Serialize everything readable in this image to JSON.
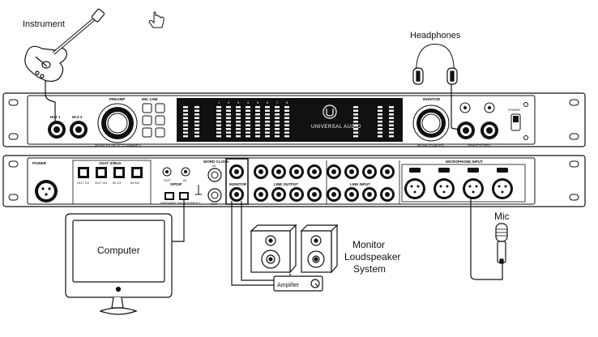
{
  "labels": {
    "instrument": "Instrument",
    "headphones": "Headphones",
    "computer": "Computer",
    "mic": "Mic",
    "monitor_line1": "Monitor",
    "monitor_line2": "Loudspeaker",
    "monitor_line3": "System",
    "amplifier": "Amplifier"
  },
  "front_panel": {
    "brand": "UNIVERSAL AUDIO",
    "preamp": "PREAMP",
    "preamp_caption": "(PUSH TO SELECT CHANNEL)",
    "monitor": "MONITOR",
    "monitor_caption": "(PUSH TO MUTE)",
    "hiz1": "HI-Z 1",
    "hiz2": "HI-Z 2",
    "headphones": "HEADPHONES",
    "power": "POWER",
    "mic_line": "MIC LINE",
    "meter_numbers": [
      "1",
      "2",
      "3",
      "4",
      "5",
      "6",
      "7",
      "8"
    ]
  },
  "rear_panel": {
    "power": "POWER",
    "adat": "ADAT S/MUX",
    "spdif": "S/PDIF",
    "word_clock": "WORD CLOCK",
    "monitor": "MONITOR",
    "line_output": "LINE OUTPUT",
    "line_input": "LINE INPUT",
    "mic_input": "MICROPHONE INPUT",
    "firewire": "FIREWIRE",
    "thunderbolt": "THUNDERBOLT",
    "adat_ports": [
      "OUT 1/2",
      "OUT 3/4",
      "IN 1/2",
      "IN 3/4"
    ],
    "wc_in": "IN",
    "wc_out": "OUT",
    "spdif_out": "OUT",
    "spdif_in": "IN"
  },
  "cursor": "hand-pointer-icon"
}
